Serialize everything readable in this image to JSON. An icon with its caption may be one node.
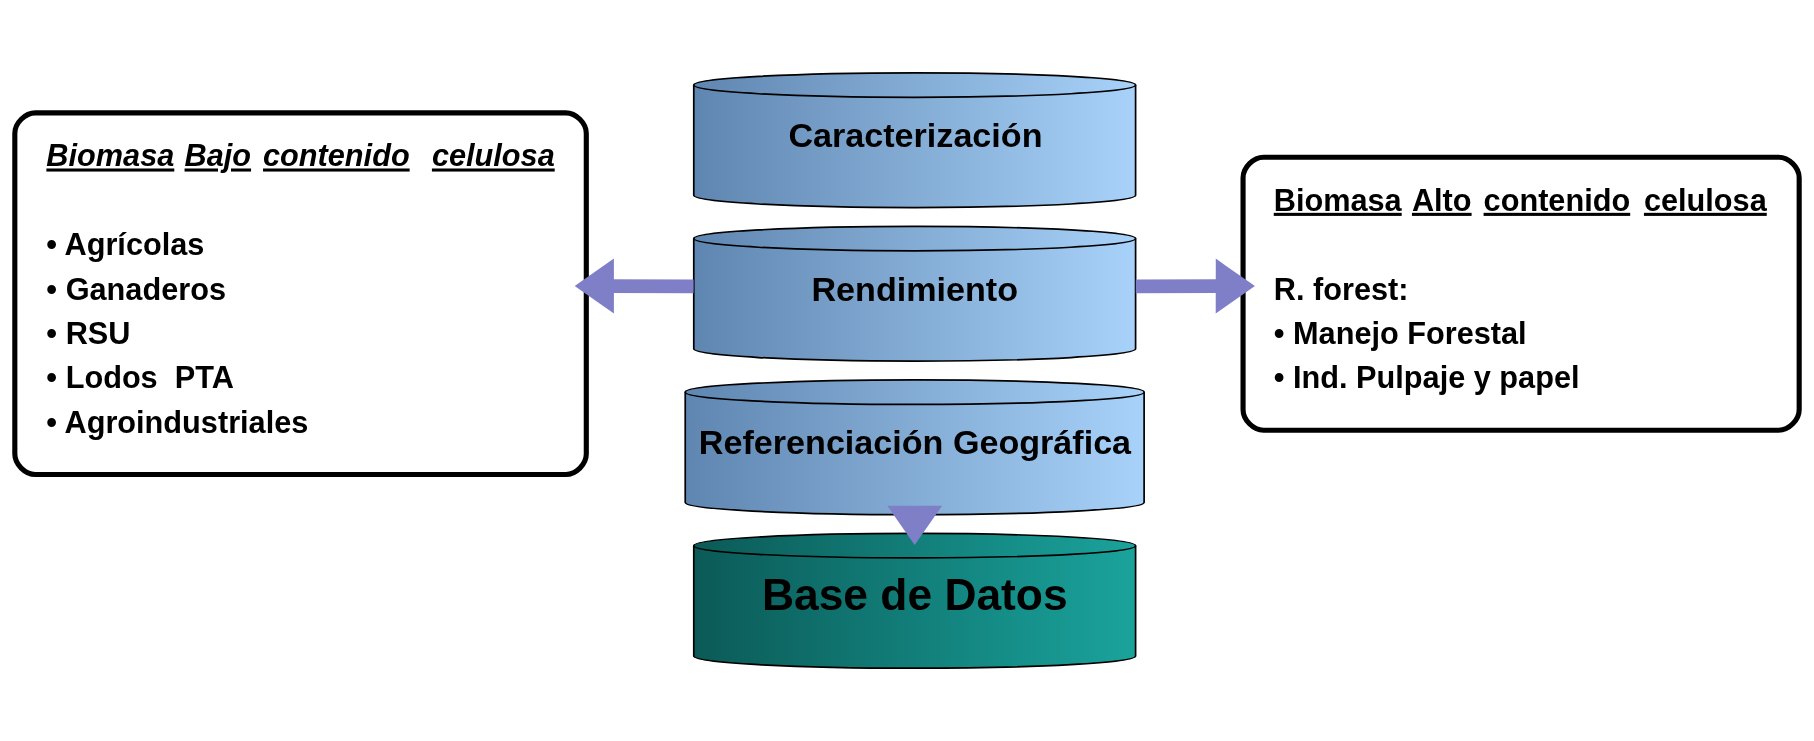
{
  "diagram": {
    "nodes": [
      {
        "text": [
          "Biomasa Bajo contenido  celulosa",
          "• Agrícolas",
          "• Ganaderos",
          "• RSU",
          "• Lodos  PTA",
          "• Agroindustriales"
        ]
      },
      {
        "text": [
          "Caracterización"
        ]
      },
      {
        "text": [
          "Rendimiento"
        ]
      },
      {
        "text": [
          "Referenciación Geográfica"
        ]
      },
      {
        "text": [
          "Biomasa Alto contenido celulosa",
          "R. forest:",
          "• Manejo Forestal",
          "• Ind. Pulpaje y papel"
        ]
      },
      {
        "text": [
          "Base de Datos"
        ]
      }
    ],
    "edges": [
      {
        "from": 2,
        "to": 0,
        "arrow": "to"
      },
      {
        "from": 2,
        "to": 4,
        "arrow": "to"
      },
      {
        "from": 3,
        "to": 5,
        "arrow": "to"
      }
    ]
  }
}
